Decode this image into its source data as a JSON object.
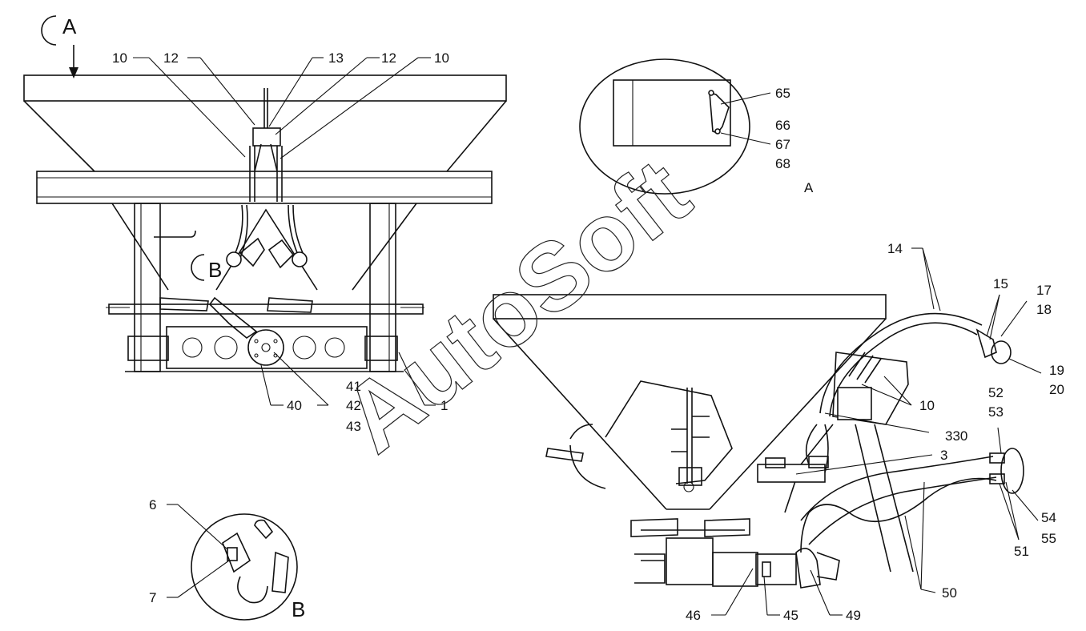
{
  "callouts": {
    "view_a": "A",
    "view_b": "B",
    "detail_a": "A",
    "detail_b": "B",
    "watermark": "AutoSoft"
  },
  "labels": {
    "l10a": "10",
    "l12a": "12",
    "l13": "13",
    "l12b": "12",
    "l10b": "10",
    "l65": "65",
    "l66": "66",
    "l67": "67",
    "l68": "68",
    "l14": "14",
    "l15": "15",
    "l17": "17",
    "l18": "18",
    "l19": "19",
    "l20": "20",
    "l10c": "10",
    "l330": "330",
    "l3": "3",
    "l52": "52",
    "l53": "53",
    "l54": "54",
    "l55": "55",
    "l51": "51",
    "l50": "50",
    "l41": "41",
    "l42": "42",
    "l43": "43",
    "l40": "40",
    "l1": "1",
    "l6": "6",
    "l7": "7",
    "l46": "46",
    "l45": "45",
    "l49": "49"
  }
}
